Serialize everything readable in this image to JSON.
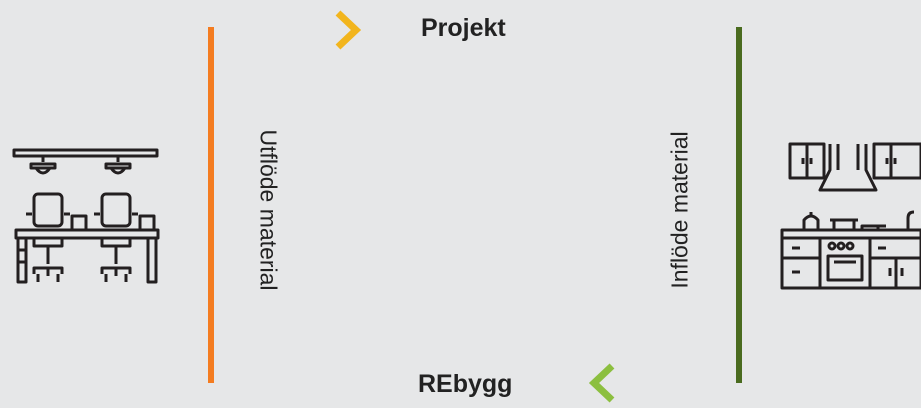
{
  "nodes": {
    "top": "Projekt",
    "bottom": "REbygg"
  },
  "edges": {
    "outflow": "Utflöde material",
    "inflow": "Inflöde material"
  },
  "icons": {
    "left": "office-desks-icon",
    "right": "kitchen-icon"
  },
  "colors": {
    "background": "#e6e7e8",
    "outflow_start": "#f47c20",
    "outflow_end": "#f2b51d",
    "inflow_start": "#8cbf3f",
    "inflow_end": "#4a6b1f",
    "icon_stroke": "#231f20"
  }
}
